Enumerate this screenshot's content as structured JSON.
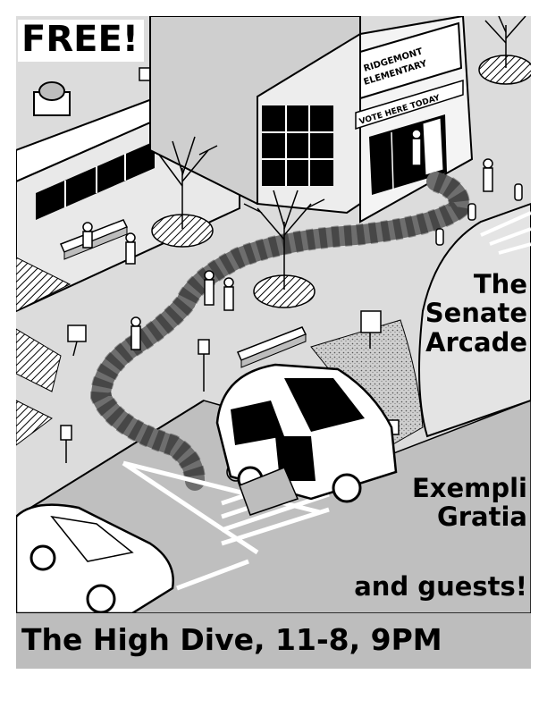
{
  "poster": {
    "free_label": "FREE!",
    "bands": [
      {
        "name_lines": [
          "The",
          "Senate",
          "Arcade"
        ]
      },
      {
        "name_lines": [
          "Exempli",
          "Gratia"
        ]
      }
    ],
    "guests_label": "and guests!",
    "footer": "The High Dive, 11-8, 9PM"
  },
  "illustration": {
    "school_sign_lines": [
      "RIDGEMONT",
      "ELEMENTARY"
    ],
    "vote_banner": "VOTE HERE TODAY",
    "colors": {
      "ink": "#000000",
      "paper": "#ffffff",
      "grey": "#bdbdbd"
    }
  }
}
